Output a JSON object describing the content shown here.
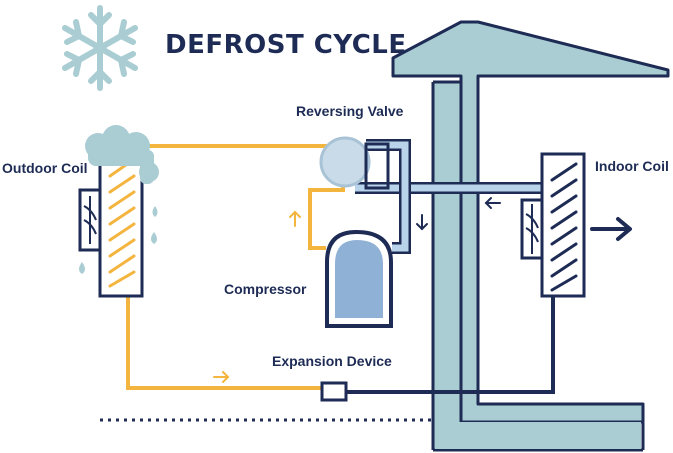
{
  "title": "DEFROST CYCLE",
  "labels": {
    "outdoor_coil": "Outdoor Coil",
    "reversing_valve": "Reversing Valve",
    "indoor_coil": "Indoor Coil",
    "compressor": "Compressor",
    "expansion_device": "Expansion Device"
  },
  "colors": {
    "navy": "#1d2b55",
    "light_blue": "#a9cdd3",
    "hot_line": "#f4b53f",
    "cool_line": "#b9d3ea",
    "valve": "#c9dbe8",
    "compressor_body": "#8fb1d6",
    "frost": "#a9cdd3"
  },
  "icons": [
    "snowflake-icon",
    "fan-icon",
    "arrow-right-icon",
    "arrow-left-icon",
    "arrow-up-icon",
    "arrow-down-icon",
    "water-drop-icon"
  ]
}
